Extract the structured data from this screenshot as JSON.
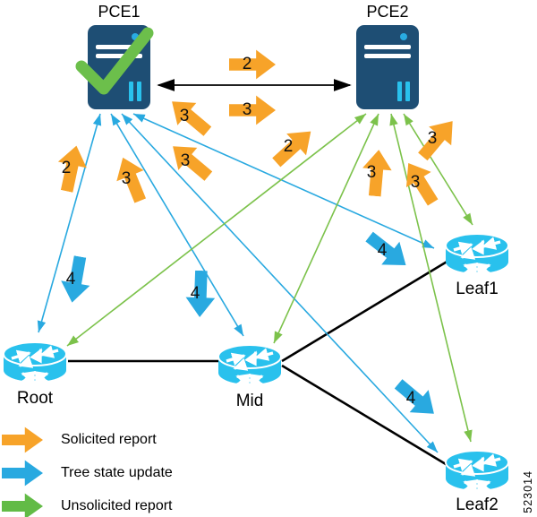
{
  "nodes": {
    "pce1": {
      "label": "PCE1",
      "type": "pce-server",
      "checked": true
    },
    "pce2": {
      "label": "PCE2",
      "type": "pce-server",
      "checked": false
    },
    "root": {
      "label": "Root",
      "type": "router"
    },
    "mid": {
      "label": "Mid",
      "type": "router"
    },
    "leaf1": {
      "label": "Leaf1",
      "type": "router"
    },
    "leaf2": {
      "label": "Leaf2",
      "type": "router"
    }
  },
  "connections": {
    "pce_peering": {
      "from": "PCE1",
      "to": "PCE2",
      "style": "black-double-arrow"
    },
    "physical_links": [
      [
        "Root",
        "Mid"
      ],
      [
        "Mid",
        "Leaf1"
      ],
      [
        "Mid",
        "Leaf2"
      ]
    ],
    "tree_state_update_links": [
      [
        "PCE1",
        "Root"
      ],
      [
        "PCE1",
        "Mid"
      ],
      [
        "PCE1",
        "Leaf1"
      ],
      [
        "PCE1",
        "Leaf2"
      ]
    ],
    "unsolicited_report_links": [
      [
        "PCE2",
        "Root"
      ],
      [
        "PCE2",
        "Mid"
      ],
      [
        "PCE2",
        "Leaf1"
      ],
      [
        "PCE2",
        "Leaf2"
      ]
    ]
  },
  "block_arrows": [
    {
      "type": "solicited",
      "label": "2"
    },
    {
      "type": "solicited",
      "label": "3"
    },
    {
      "type": "solicited",
      "label": "3"
    },
    {
      "type": "solicited",
      "label": "2"
    },
    {
      "type": "solicited",
      "label": "3"
    },
    {
      "type": "solicited",
      "label": "2"
    },
    {
      "type": "solicited",
      "label": "3"
    },
    {
      "type": "solicited",
      "label": "3"
    },
    {
      "type": "solicited",
      "label": "3"
    },
    {
      "type": "solicited",
      "label": "3"
    },
    {
      "type": "tree",
      "label": "4"
    },
    {
      "type": "tree",
      "label": "4"
    },
    {
      "type": "tree",
      "label": "4"
    },
    {
      "type": "tree",
      "label": "4"
    }
  ],
  "legend": {
    "items": [
      {
        "label": "Solicited report",
        "color": "#F7A329"
      },
      {
        "label": "Tree state update",
        "color": "#29A9E0"
      },
      {
        "label": "Unsolicited report",
        "color": "#62BB46"
      }
    ]
  },
  "figure_number": "523014",
  "colors": {
    "solicited_orange": "#F7A329",
    "tree_update_blue": "#29A9E0",
    "unsolicited_green": "#62BB46",
    "thin_green_line": "#7CC24B",
    "router_cyan": "#29C1ED",
    "server_navy": "#1E4E74",
    "checkmark_green": "#6CBF4B"
  }
}
